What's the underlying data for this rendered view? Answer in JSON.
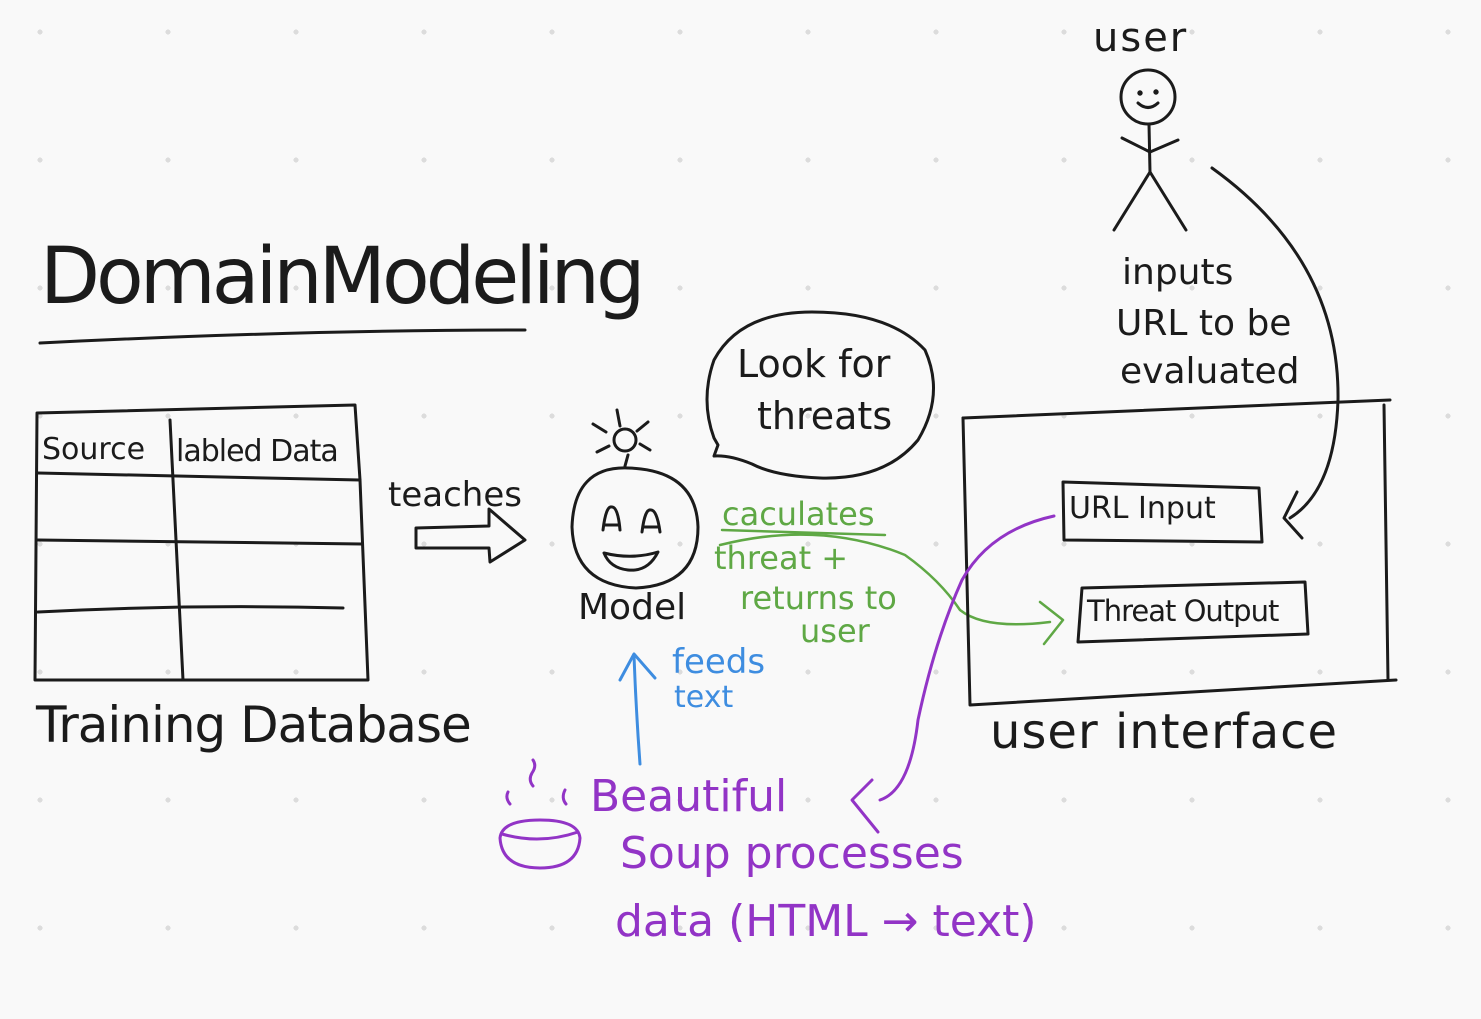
{
  "title": "DomainModeling",
  "training_database": {
    "columns": [
      "Source",
      "labled Data"
    ],
    "caption": "Training Database"
  },
  "teaches": "teaches",
  "model": {
    "label": "Model",
    "speech": [
      "Look for",
      "threats"
    ]
  },
  "calculates": {
    "lines": [
      "caculates",
      "threat +",
      "returns to",
      "user"
    ]
  },
  "feeds": [
    "feeds",
    "text"
  ],
  "beautiful_soup": {
    "lines": [
      "Beautiful",
      "Soup processes",
      "data (HTML → text)"
    ]
  },
  "user": {
    "label": "user",
    "note": [
      "inputs",
      "URL to be",
      "evaluated"
    ]
  },
  "user_interface": {
    "caption": "user interface",
    "url_input": "URL Input",
    "threat_output": "Threat Output"
  },
  "colors": {
    "ink": "#1b1b1b",
    "green": "#5fa845",
    "blue": "#3e8de0",
    "purple": "#9234c6",
    "background": "#f9f9f9"
  }
}
